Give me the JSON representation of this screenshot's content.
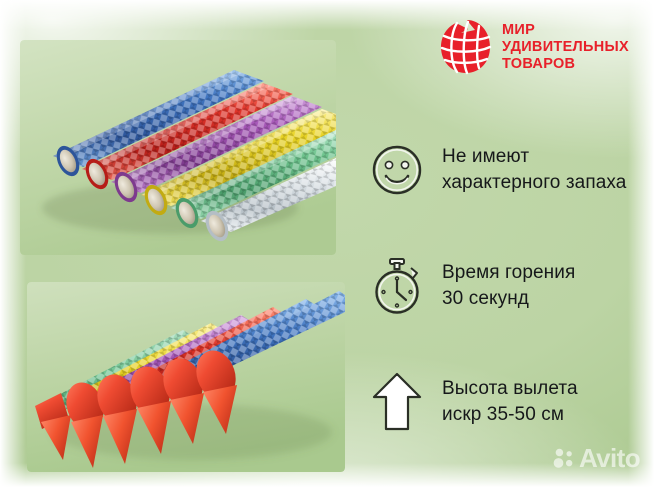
{
  "card": {
    "background_top_color": "#c2d8ab",
    "background_bottom_color": "#9dc081",
    "edge_color": "#ffffff"
  },
  "logo": {
    "icon": "red-globe-icon",
    "brand_color": "#e8202a",
    "line1": "МИР",
    "line2": "УДИВИТЕЛЬНЫХ",
    "line3": "ТОВАРОВ"
  },
  "photos": [
    {
      "name": "sparkler-candles-foil-wrapped",
      "caption_alt": "Шесть бенгальских свечей в фольге разных цветов",
      "colors": [
        "#3f74c0",
        "#e0342a",
        "#a758b8",
        "#e8d324",
        "#6fc48e",
        "#d8dee2"
      ]
    },
    {
      "name": "sparkler-candles-red-spikes",
      "caption_alt": "Красные пластиковые держатели-колышки бенгальских свечей",
      "colors": [
        "#e8d324",
        "#a758b8",
        "#e0342a",
        "#3f74c0",
        "#6fc48e",
        "#ef4b32"
      ]
    }
  ],
  "features": [
    {
      "icon": "smiley-face-icon",
      "line1": "Не имеют",
      "line2": "характерного запаха"
    },
    {
      "icon": "stopwatch-icon",
      "line1": "Время горения",
      "line2": "30 секунд"
    },
    {
      "icon": "up-arrow-icon",
      "line1": "Высота вылета",
      "line2": "искр 35-50 см"
    }
  ],
  "watermark": {
    "icon": "avito-dots-icon",
    "label": "Avito"
  }
}
